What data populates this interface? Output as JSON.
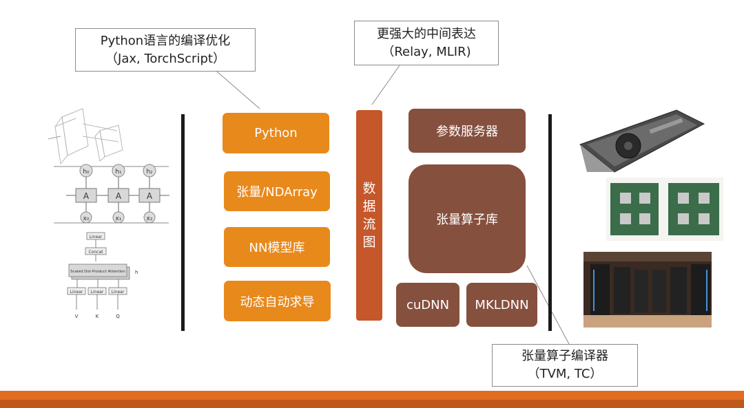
{
  "callouts": {
    "python_compile": {
      "line1": "Python语言的编译优化",
      "line2": "（Jax, TorchScript）"
    },
    "ir": {
      "line1": "更强大的中间表达",
      "line2": "（Relay, MLIR)"
    },
    "tensor_compiler": {
      "line1": "张量算子编译器",
      "line2": "（TVM, TC）"
    }
  },
  "left_stack": [
    "Python",
    "张量/NDArray",
    "NN模型库",
    "动态自动求导"
  ],
  "dataflow": [
    "数",
    "据",
    "流",
    "图"
  ],
  "right_stack": {
    "param_server": "参数服务器",
    "tensor_lib": "张量算子库",
    "cudnn": "cuDNN",
    "mkldnn": "MKLDNN"
  },
  "left_figure": {
    "rnn_h": [
      "h₀",
      "h₁",
      "h₂"
    ],
    "rnn_a": "A",
    "rnn_x": [
      "x₀",
      "x₁",
      "x₂"
    ],
    "attn_linear_top": "Linear",
    "attn_concat": "Concat",
    "attn_sdpa": "Scaled Dot-Product Attention",
    "attn_h": "h",
    "attn_linear": "Linear",
    "attn_inputs": [
      "V",
      "K",
      "Q"
    ]
  },
  "colors": {
    "orange": "#e8891c",
    "brown": "#86503e",
    "dataflow": "#c5572a",
    "footer": "#e06c22"
  }
}
